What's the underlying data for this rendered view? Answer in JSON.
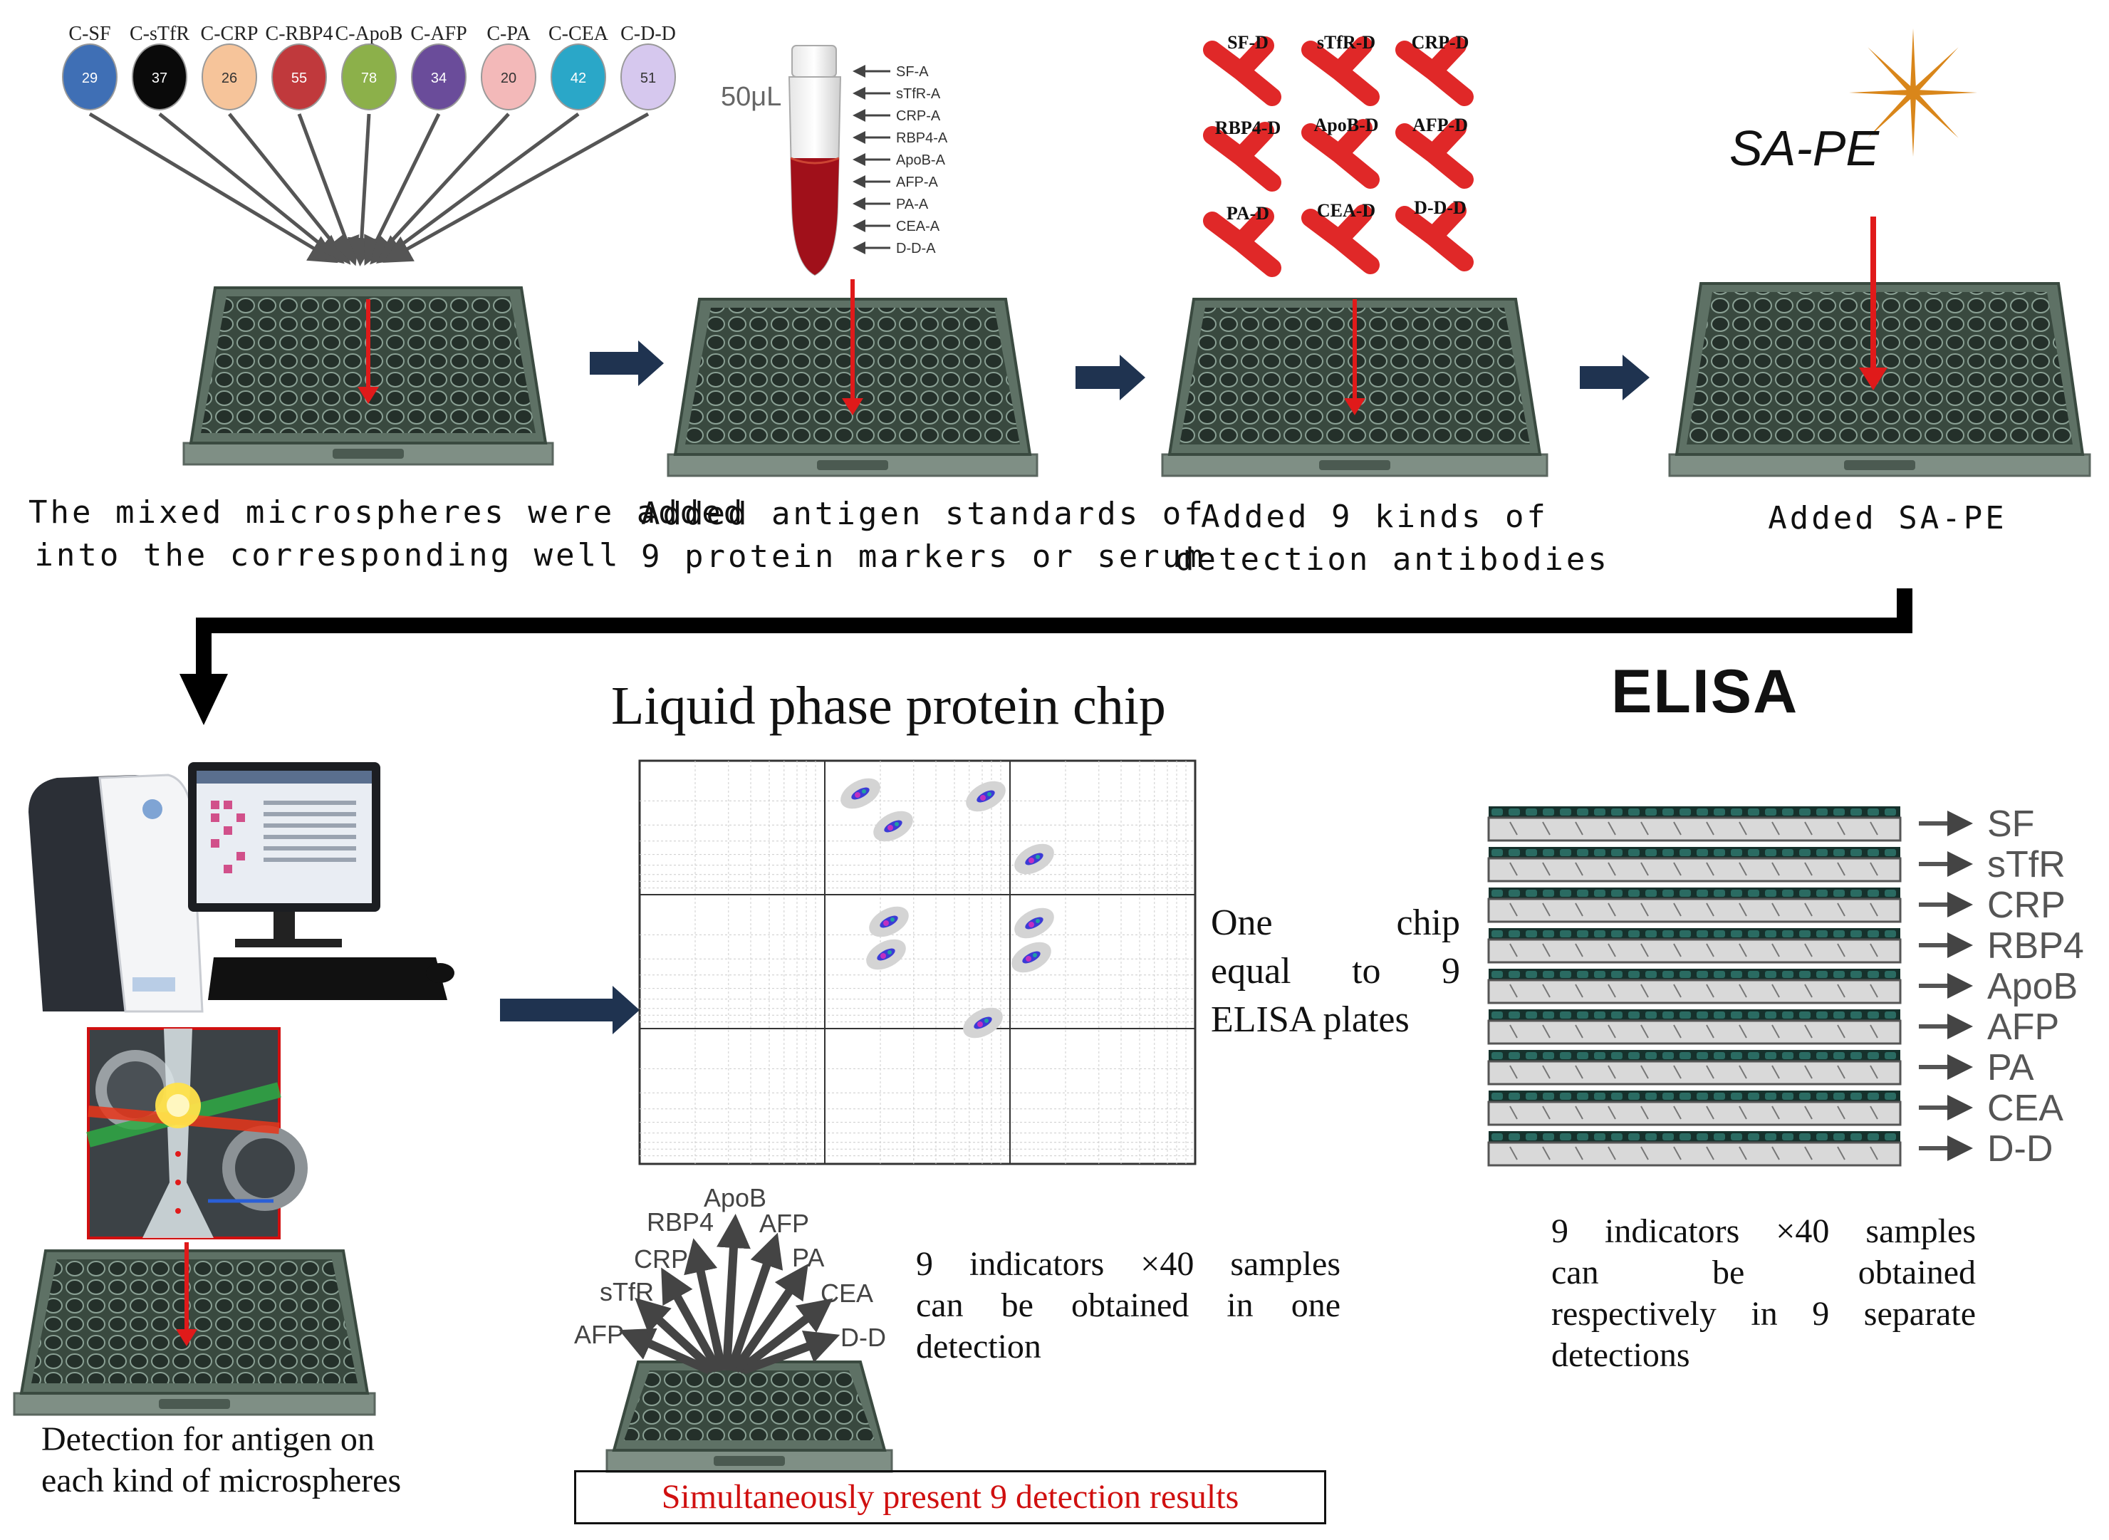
{
  "title": {
    "chip": "Liquid phase protein chip",
    "elisa": "ELISA",
    "sape": "SA-PE"
  },
  "microspheres": [
    {
      "label": "C-SF",
      "number": "29",
      "color": "#3f6fb5"
    },
    {
      "label": "C-sTfR",
      "number": "37",
      "color": "#0a0a0a"
    },
    {
      "label": "C-CRP",
      "number": "26",
      "color": "#f6c49a"
    },
    {
      "label": "C-RBP4",
      "number": "55",
      "color": "#c0393c"
    },
    {
      "label": "C-ApoB",
      "number": "78",
      "color": "#8cb04a"
    },
    {
      "label": "C-AFP",
      "number": "34",
      "color": "#6a4c9a"
    },
    {
      "label": "C-PA",
      "number": "20",
      "color": "#f3b9b9"
    },
    {
      "label": "C-CEA",
      "number": "42",
      "color": "#2aa7c8"
    },
    {
      "label": "C-D-D",
      "number": "51",
      "color": "#d6c8ee"
    }
  ],
  "volume_label": "50μL",
  "antigens": [
    "SF-A",
    "sTfR-A",
    "CRP-A",
    "RBP4-A",
    "ApoB-A",
    "AFP-A",
    "PA-A",
    "CEA-A",
    "D-D-A"
  ],
  "antibodies": [
    "SF-D",
    "sTfR-D",
    "CRP-D",
    "RBP4-D",
    "ApoB-D",
    "AFP-D",
    "PA-D",
    "CEA-D",
    "D-D-D"
  ],
  "steps": {
    "s1": [
      "The mixed microspheres were added",
      "into the corresponding well"
    ],
    "s2": [
      "Added antigen standards of",
      "9 protein markers or serum"
    ],
    "s3": [
      "Added 9 kinds of",
      "detection antibodies"
    ],
    "s4": [
      "Added SA-PE"
    ]
  },
  "detection_caption": [
    "Detection for antigen on",
    "each kind of microspheres"
  ],
  "chip_equal": [
    "One chip",
    "equal to 9",
    "ELISA plates"
  ],
  "elisa_rows": [
    "SF",
    "sTfR",
    "CRP",
    "RBP4",
    "ApoB",
    "AFP",
    "PA",
    "CEA",
    "D-D"
  ],
  "fan_labels": [
    "AFP",
    "sTfR",
    "CRP",
    "RBP4",
    "ApoB",
    "AFP",
    "PA",
    "CEA",
    "D-D"
  ],
  "chip_result": [
    "9 indicators ×40 samples",
    "can be obtained in one",
    "detection"
  ],
  "elisa_result": [
    "9 indicators ×40 samples",
    "can be obtained",
    "respectively in 9 separate",
    "detections"
  ],
  "simultaneous": "Simultaneously present 9 detection results",
  "colors": {
    "plate": "#4f6356",
    "plate_dark": "#2e3a33",
    "red_arrow": "#e01a1a",
    "navy_arrow": "#1f3350",
    "antibody": "#e02828",
    "star": "#d9861a"
  }
}
